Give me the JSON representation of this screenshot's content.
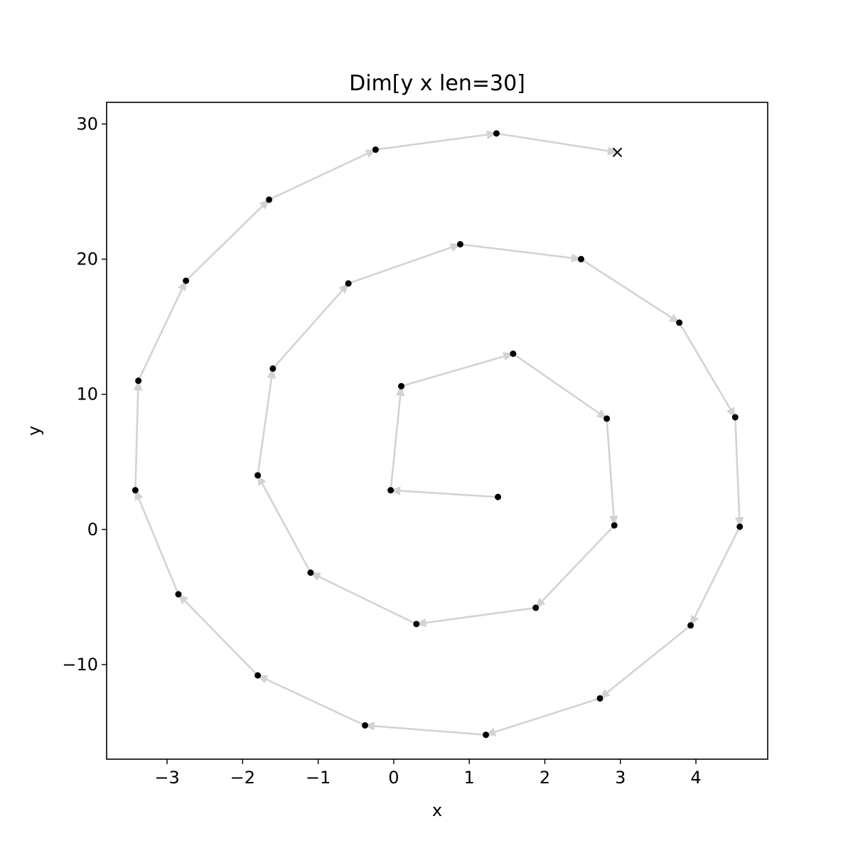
{
  "chart_data": {
    "type": "scatter",
    "title": "Dim[y x len=30]",
    "xlabel": "x",
    "ylabel": "y",
    "xlim": [
      -3.8,
      4.95
    ],
    "ylim": [
      -17.0,
      31.6
    ],
    "xticks": [
      -3,
      -2,
      -1,
      0,
      1,
      2,
      3,
      4
    ],
    "yticks": [
      -10,
      0,
      10,
      20,
      30
    ],
    "xtick_labels": [
      "−3",
      "−2",
      "−1",
      "0",
      "1",
      "2",
      "3",
      "4"
    ],
    "ytick_labels": [
      "−10",
      "0",
      "10",
      "20",
      "30"
    ],
    "grid": false,
    "marker_color": "#000000",
    "arrow_color": "#d3d3d3",
    "end_marker": "x",
    "points": [
      {
        "x": 1.38,
        "y": 2.4
      },
      {
        "x": -0.04,
        "y": 2.9
      },
      {
        "x": 0.1,
        "y": 10.6
      },
      {
        "x": 1.58,
        "y": 13.0
      },
      {
        "x": 2.82,
        "y": 8.2
      },
      {
        "x": 2.92,
        "y": 0.3
      },
      {
        "x": 1.88,
        "y": -5.8
      },
      {
        "x": 0.3,
        "y": -7.0
      },
      {
        "x": -1.1,
        "y": -3.2
      },
      {
        "x": -1.8,
        "y": 4.0
      },
      {
        "x": -1.6,
        "y": 11.9
      },
      {
        "x": -0.6,
        "y": 18.2
      },
      {
        "x": 0.88,
        "y": 21.1
      },
      {
        "x": 2.48,
        "y": 20.0
      },
      {
        "x": 3.78,
        "y": 15.3
      },
      {
        "x": 4.52,
        "y": 8.3
      },
      {
        "x": 4.58,
        "y": 0.2
      },
      {
        "x": 3.93,
        "y": -7.1
      },
      {
        "x": 2.73,
        "y": -12.5
      },
      {
        "x": 1.22,
        "y": -15.2
      },
      {
        "x": -0.38,
        "y": -14.5
      },
      {
        "x": -1.8,
        "y": -10.8
      },
      {
        "x": -2.85,
        "y": -4.8
      },
      {
        "x": -3.42,
        "y": 2.9
      },
      {
        "x": -3.38,
        "y": 11.0
      },
      {
        "x": -2.75,
        "y": 18.4
      },
      {
        "x": -1.65,
        "y": 24.4
      },
      {
        "x": -0.24,
        "y": 28.1
      },
      {
        "x": 1.36,
        "y": 29.3
      },
      {
        "x": 2.96,
        "y": 27.9
      }
    ]
  }
}
